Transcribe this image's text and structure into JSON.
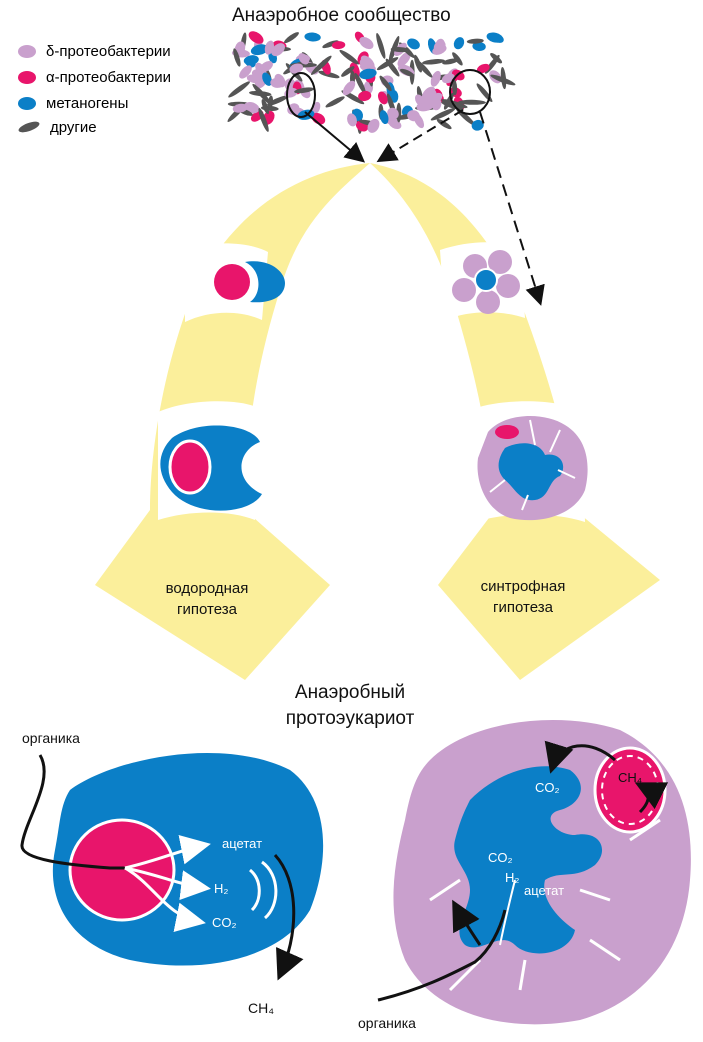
{
  "title_top": "Анаэробное сообщество",
  "legend": {
    "items": [
      {
        "label": "δ-протеобактерии",
        "color": "#c9a0cd"
      },
      {
        "label": "α-протеобактерии",
        "color": "#e8156b"
      },
      {
        "label": "метаногены",
        "color": "#0b7fc7"
      },
      {
        "label": "другие",
        "color": "#555555"
      }
    ]
  },
  "hypotheses": {
    "left": [
      "водородная",
      "гипотеза"
    ],
    "right": [
      "синтрофная",
      "гипотеза"
    ]
  },
  "middle_title": [
    "Анаэробный",
    "протоэукариот"
  ],
  "left_cell": {
    "input": "органика",
    "outputs": [
      "ацетат",
      "H₂",
      "CO₂"
    ],
    "product": "CH₄"
  },
  "right_cell": {
    "input": "органика",
    "labels_inside": [
      "CO₂",
      "CH₄",
      "CO₂",
      "H₂",
      "ацетат"
    ]
  },
  "colors": {
    "yellow": "#fbef9b",
    "blue": "#0b7fc7",
    "pink": "#e8156b",
    "lilac": "#c9a0cd"
  }
}
